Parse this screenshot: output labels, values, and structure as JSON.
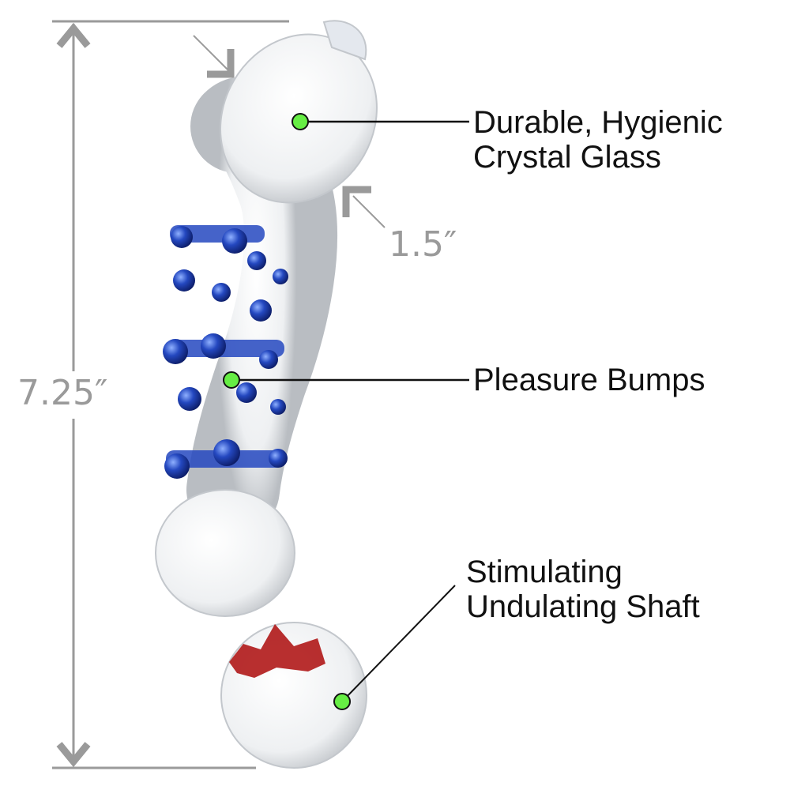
{
  "diagram": {
    "subject": "curved crystal glass product",
    "colors": {
      "marker": "#66ee44",
      "marker_stroke": "#111111",
      "callout_line": "#111111",
      "dimension": "#9a9a9a",
      "glass": "#f0f2f4",
      "bumps": "#1f3fb0",
      "base_inclusion": "#b01818",
      "background": "#ffffff"
    },
    "dimensions": {
      "length": "7.25″",
      "width": "1.5″"
    },
    "callouts": [
      {
        "line1": "Durable, Hygienic",
        "line2": "Crystal Glass"
      },
      {
        "line1": "Pleasure Bumps"
      },
      {
        "line1": "Stimulating",
        "line2": "Undulating Shaft"
      }
    ]
  }
}
